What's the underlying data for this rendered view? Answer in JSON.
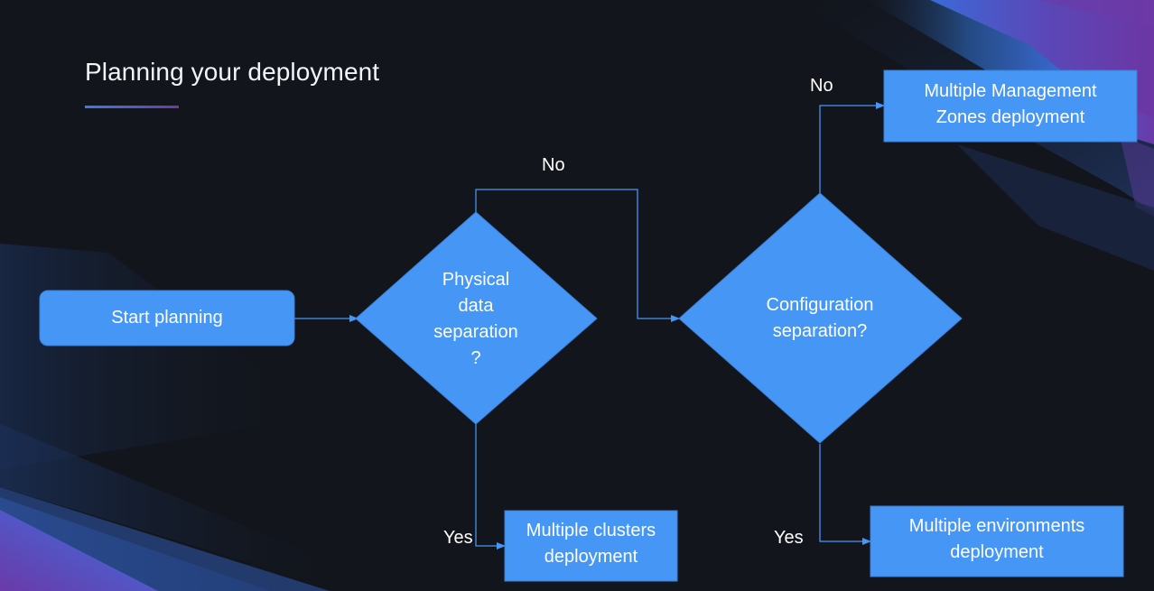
{
  "slide": {
    "title": "Planning your deployment"
  },
  "colors": {
    "background": "#12151b",
    "node_fill": "#4596f5",
    "node_stroke": "#3a80d8",
    "connector": "#4596f5",
    "text": "#ffffff",
    "underline_start": "#3f7be0",
    "underline_end": "#6a3ba0"
  },
  "flowchart": {
    "nodes": [
      {
        "id": "start",
        "type": "terminator",
        "label": "Start planning"
      },
      {
        "id": "physical",
        "type": "decision",
        "lines": [
          "Physical",
          "data",
          "separation",
          "?"
        ]
      },
      {
        "id": "config",
        "type": "decision",
        "lines": [
          "Configuration",
          "separation?"
        ]
      },
      {
        "id": "mz",
        "type": "process",
        "lines": [
          "Multiple Management",
          "Zones deployment"
        ]
      },
      {
        "id": "clusters",
        "type": "process",
        "lines": [
          "Multiple clusters",
          "deployment"
        ]
      },
      {
        "id": "envs",
        "type": "process",
        "lines": [
          "Multiple environments",
          "deployment"
        ]
      }
    ],
    "edges": [
      {
        "from": "start",
        "to": "physical",
        "label": ""
      },
      {
        "from": "physical",
        "to": "config",
        "label": "No"
      },
      {
        "from": "physical",
        "to": "clusters",
        "label": "Yes"
      },
      {
        "from": "config",
        "to": "mz",
        "label": "No"
      },
      {
        "from": "config",
        "to": "envs",
        "label": "Yes"
      }
    ]
  }
}
